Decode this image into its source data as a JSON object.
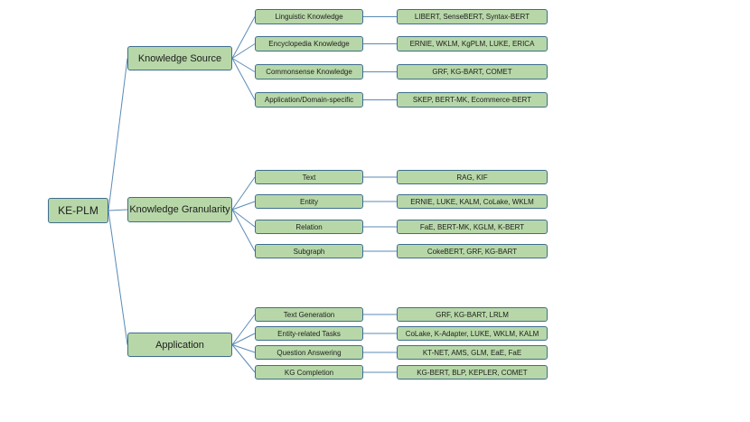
{
  "root": {
    "label": "KE-PLM"
  },
  "categories": [
    {
      "label": "Knowledge Source",
      "children": [
        {
          "label": "Linguistic Knowledge",
          "models": "LIBERT, SenseBERT, Syntax-BERT"
        },
        {
          "label": "Encyclopedia Knowledge",
          "models": "ERNIE, WKLM, KgPLM, LUKE, ERICA"
        },
        {
          "label": "Commonsense Knowledge",
          "models": "GRF, KG-BART, COMET"
        },
        {
          "label": "Application/Domain-specific",
          "models": "SKEP, BERT-MK, Ecommerce-BERT"
        }
      ]
    },
    {
      "label": "Knowledge Granularity",
      "children": [
        {
          "label": "Text",
          "models": "RAG, KIF"
        },
        {
          "label": "Entity",
          "models": "ERNIE, LUKE, KALM,  CoLake, WKLM"
        },
        {
          "label": "Relation",
          "models": "FaE, BERT-MK, KGLM, K-BERT"
        },
        {
          "label": "Subgraph",
          "models": "CokeBERT, GRF, KG-BART"
        }
      ]
    },
    {
      "label": "Application",
      "children": [
        {
          "label": "Text Generation",
          "models": "GRF, KG-BART, LRLM"
        },
        {
          "label": "Entity-related Tasks",
          "models": "CoLake, K-Adapter, LUKE, WKLM, KALM"
        },
        {
          "label": "Question Answering",
          "models": "KT-NET, AMS, GLM, EaE, FaE"
        },
        {
          "label": "KG Completion",
          "models": "KG-BERT, BLP, KEPLER, COMET"
        }
      ]
    }
  ]
}
